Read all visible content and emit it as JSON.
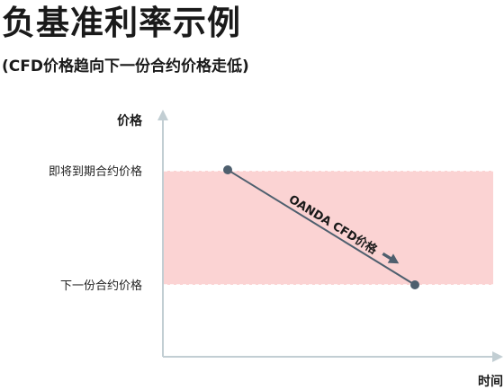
{
  "header": {
    "title": "负基准利率示例",
    "subtitle": "(CFD价格趋向下一份合约价格走低)"
  },
  "axes": {
    "y_title": "价格",
    "x_title": "时间"
  },
  "levels": {
    "expiring_contract_price": "即将到期合约价格",
    "next_contract_price": "下一份合约价格"
  },
  "annotation": {
    "line_label": "OANDA CFD价格"
  },
  "colors": {
    "band_fill": "#fbd3d3",
    "axis": "#c2ced3",
    "line": "#4e5f6e",
    "dashed": "#ffffff"
  }
}
